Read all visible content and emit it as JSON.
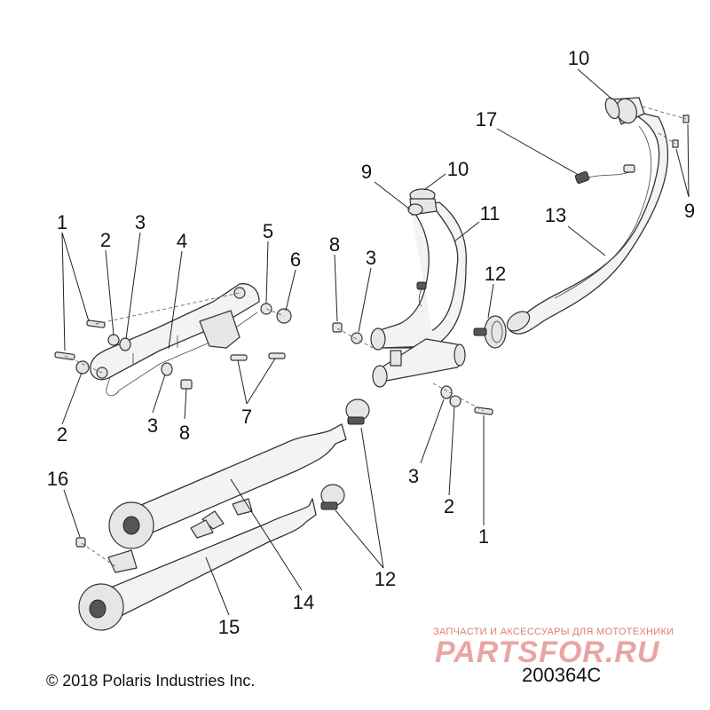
{
  "callouts": [
    {
      "id": "c1a",
      "label": "1"
    },
    {
      "id": "c2a",
      "label": "2"
    },
    {
      "id": "c3a",
      "label": "3"
    },
    {
      "id": "c4",
      "label": "4"
    },
    {
      "id": "c5",
      "label": "5"
    },
    {
      "id": "c6",
      "label": "6"
    },
    {
      "id": "c2b",
      "label": "2"
    },
    {
      "id": "c3b",
      "label": "3"
    },
    {
      "id": "c8a",
      "label": "8"
    },
    {
      "id": "c7",
      "label": "7"
    },
    {
      "id": "c8b",
      "label": "8"
    },
    {
      "id": "c3c",
      "label": "3"
    },
    {
      "id": "c9a",
      "label": "9"
    },
    {
      "id": "c10a",
      "label": "10"
    },
    {
      "id": "c11",
      "label": "11"
    },
    {
      "id": "c12a",
      "label": "12"
    },
    {
      "id": "c10b",
      "label": "10"
    },
    {
      "id": "c17",
      "label": "17"
    },
    {
      "id": "c13",
      "label": "13"
    },
    {
      "id": "c9b",
      "label": "9"
    },
    {
      "id": "c3d",
      "label": "3"
    },
    {
      "id": "c2c",
      "label": "2"
    },
    {
      "id": "c1b",
      "label": "1"
    },
    {
      "id": "c16",
      "label": "16"
    },
    {
      "id": "c14",
      "label": "14"
    },
    {
      "id": "c15",
      "label": "15"
    },
    {
      "id": "c12b",
      "label": "12"
    }
  ],
  "footer": {
    "copyright": "© 2018 Polaris Industries Inc.",
    "doc_number": "200364C"
  },
  "watermark": {
    "tagline": "ЗАПЧАСТИ И АКСЕССУАРЫ ДЛЯ МОТОТЕХНИКИ",
    "brand": "PARTSFOR.RU"
  }
}
